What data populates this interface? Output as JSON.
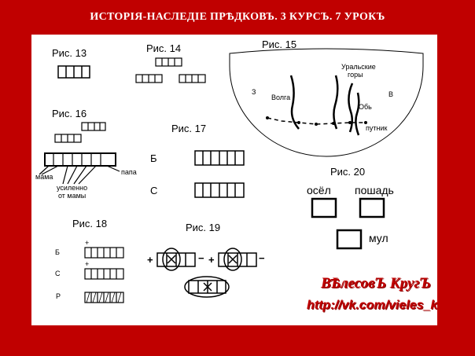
{
  "header": {
    "title": "ИСТОРІЯ-НАСЛЕДІЕ ПРѢДКОВЪ. 3 КУРСЪ. 7 УРОКЪ"
  },
  "figures": {
    "fig13": "Рис. 13",
    "fig14": "Рис. 14",
    "fig15": "Рис. 15",
    "fig16": "Рис. 16",
    "fig17": "Рис. 17",
    "fig18": "Рис. 18",
    "fig19": "Рис. 19",
    "fig20": "Рис. 20"
  },
  "map": {
    "west": "З",
    "east": "В",
    "volga": "Волга",
    "ural_line1": "Уральские",
    "ural_line2": "горы",
    "ob": "Обь",
    "traveler": "путник"
  },
  "fig16_labels": {
    "mom": "мама",
    "dad": "папа",
    "amplified_line1": "усиленно",
    "amplified_line2": "от мамы"
  },
  "fig17_labels": {
    "b": "Б",
    "c": "С"
  },
  "fig18_labels": {
    "b": "Б",
    "c": "С",
    "r": "Р",
    "plus_b": "+",
    "plus_c": "+"
  },
  "fig19_labels": {
    "plus_left": "+",
    "minus_left": "−",
    "plus_right": "+",
    "minus_right": "−"
  },
  "fig20_labels": {
    "donkey": "осёл",
    "horse": "пошадь",
    "mule": "мул"
  },
  "branding": {
    "name": "ВѢлесовЪ КругЪ",
    "url": "http://vk.com/vieles_krug"
  },
  "colors": {
    "background": "#c00000",
    "panel": "#ffffff",
    "brand": "#c00000"
  }
}
